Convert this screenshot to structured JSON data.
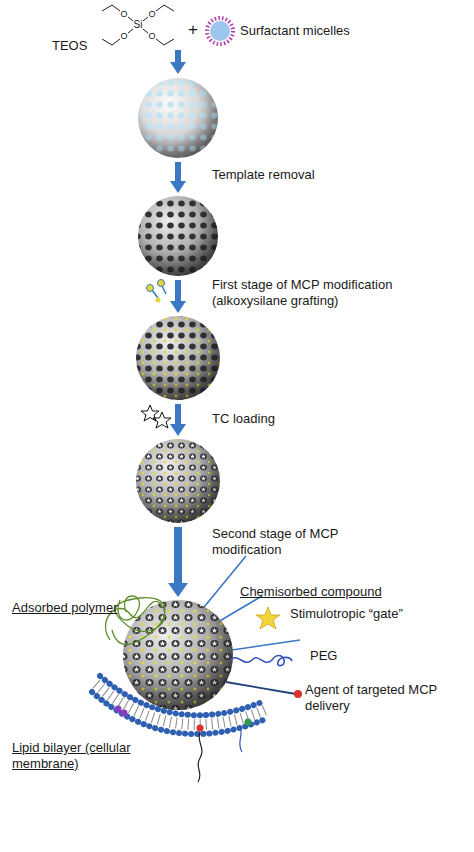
{
  "diagram": {
    "labels": [
      "O",
      "O",
      "Si",
      "O",
      "O",
      "TEOS",
      "+",
      "Surfactant micelles",
      "Template removal",
      "First stage of MCP modification (alkoxysilane grafting)",
      "TC loading",
      "Second stage of MCP modification",
      "Adsorbed polymer",
      "Chemisorbed compound",
      "Stimulotropic “gate”",
      "PEG",
      "Agent of targeted MCP delivery",
      "Lipid bilayer (cellular membrane)"
    ]
  }
}
